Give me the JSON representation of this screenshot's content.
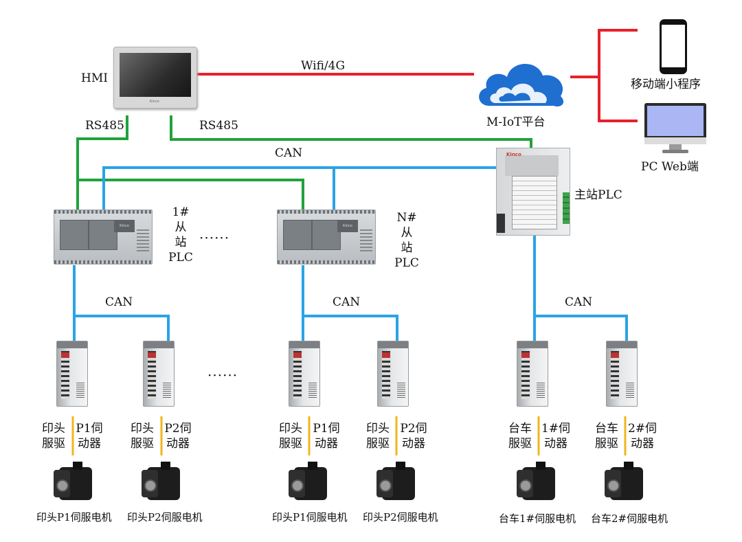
{
  "nodes": {
    "hmi": "HMI",
    "cloud": "M-IoT平台",
    "mobile": "移动端小程序",
    "pc": "PC Web端",
    "master_plc": "主站PLC",
    "slave1_lines": [
      "1#",
      "从",
      "站",
      "PLC"
    ],
    "slaveN_lines": [
      "N#",
      "从",
      "站",
      "PLC"
    ]
  },
  "links": {
    "wifi": "Wifi/4G",
    "rs485_left": "RS485",
    "rs485_right": "RS485",
    "can_top": "CAN",
    "can_1": "CAN",
    "can_2": "CAN",
    "can_3": "CAN"
  },
  "ellipsis": [
    "······",
    "······"
  ],
  "drives": [
    {
      "left": "印头",
      "left2": "服驱",
      "right": "P1伺",
      "right2": "动器",
      "motor": "印头P1伺服电机"
    },
    {
      "left": "印头",
      "left2": "服驱",
      "right": "P2伺",
      "right2": "动器",
      "motor": "印头P2伺服电机"
    },
    {
      "left": "印头",
      "left2": "服驱",
      "right": "P1伺",
      "right2": "动器",
      "motor": "印头P1伺服电机"
    },
    {
      "left": "印头",
      "left2": "服驱",
      "right": "P2伺",
      "right2": "动器",
      "motor": "印头P2伺服电机"
    },
    {
      "left": "台车",
      "left2": "服驱",
      "right": "1#伺",
      "right2": "动器",
      "motor": "台车1#伺服电机"
    },
    {
      "left": "台车",
      "left2": "服驱",
      "right": "2#伺",
      "right2": "动器",
      "motor": "台车2#伺服电机"
    }
  ],
  "colors": {
    "wifi_link": "#e8202a",
    "rs485_link": "#1fa23c",
    "can_link": "#2aa3e6",
    "separator": "#f2b51c",
    "cloud": "#1f6fd1"
  }
}
